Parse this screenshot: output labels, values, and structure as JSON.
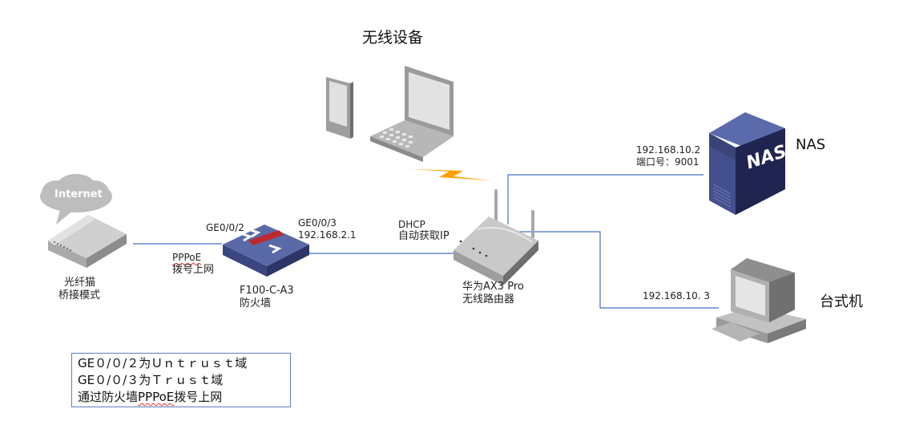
{
  "diagram": {
    "wireless_group": {
      "title": "无线设备",
      "fill_color": "#4472c4",
      "devices": [
        "tablet",
        "laptop"
      ]
    },
    "nodes": {
      "modem": {
        "cloud_text": "Internet",
        "label_line1": "光纤猫",
        "label_line2": "桥接模式"
      },
      "firewall": {
        "label_line1": "F100-C-A3",
        "label_line2": "防火墙",
        "port_wan": "GE0/0/2",
        "port_lan": "GE0/0/3",
        "port_lan_ip": "192.168.2.1"
      },
      "router": {
        "label_line1": "华为AX3 Pro",
        "label_line2": "无线路由器",
        "wan_mode_line1": "DHCP",
        "wan_mode_line2": "自动获取IP"
      },
      "nas": {
        "label": "NAS",
        "badge_text": "NAS",
        "ip": "192.168.10.2",
        "port_label": "端口号：",
        "port_value": "9001"
      },
      "desktop": {
        "label": "台式机",
        "ip": "192.168.10. 3"
      }
    },
    "links": {
      "modem_firewall_line1": "PPPoE",
      "modem_firewall_line2": "拨号上网"
    },
    "colors": {
      "link": "#4472c4",
      "wireless_bolt": "#ffa000",
      "device_gray": "#b8b8b8",
      "device_blue": "#3d4a8c"
    },
    "note": {
      "lines": [
        "GE０/０/２为Ｕｎｔｒｕｓｔ域",
        "GE０/０/３为Ｔｒｕｓｔ域"
      ],
      "line3_prefix": "通过防火墙",
      "line3_highlight": "PPPoE",
      "line3_suffix": "拨号上网"
    }
  }
}
